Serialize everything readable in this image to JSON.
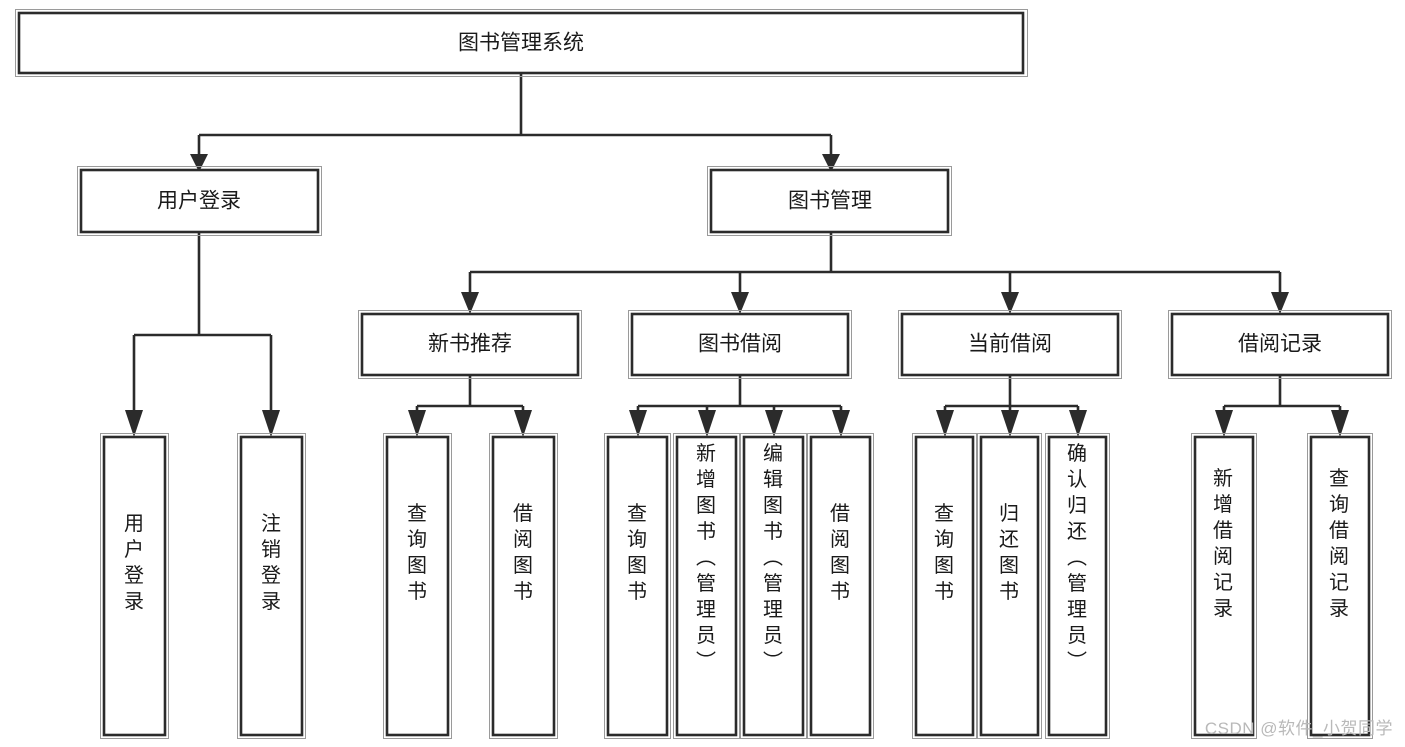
{
  "diagram": {
    "title": "图书管理系统",
    "watermark": "CSDN @软件_小贺同学",
    "colors": {
      "stroke": "#2b2b2b",
      "box_fill": "#ffffff",
      "background": "#ffffff",
      "watermark": "#b9b9b9"
    },
    "root": {
      "id": "root",
      "label": "图书管理系统"
    },
    "level2": [
      {
        "id": "user-login",
        "label": "用户登录"
      },
      {
        "id": "book-management",
        "label": "图书管理"
      }
    ],
    "level3": [
      {
        "id": "new-book-recommend",
        "label": "新书推荐"
      },
      {
        "id": "book-borrow",
        "label": "图书借阅"
      },
      {
        "id": "current-borrow",
        "label": "当前借阅"
      },
      {
        "id": "borrow-record",
        "label": "借阅记录"
      }
    ],
    "leaves": {
      "user_login": [
        {
          "id": "leaf-user-login",
          "label": "用户登录"
        },
        {
          "id": "leaf-logout",
          "label": "注销登录"
        }
      ],
      "new_book_recommend": [
        {
          "id": "leaf-query-book-1",
          "label": "查询图书"
        },
        {
          "id": "leaf-borrow-book-1",
          "label": "借阅图书"
        }
      ],
      "book_borrow": [
        {
          "id": "leaf-query-book-2",
          "label": "查询图书"
        },
        {
          "id": "leaf-add-book",
          "label": "新增图书（管理员）"
        },
        {
          "id": "leaf-edit-book",
          "label": "编辑图书（管理员）"
        },
        {
          "id": "leaf-borrow-book-2",
          "label": "借阅图书"
        }
      ],
      "current_borrow": [
        {
          "id": "leaf-query-book-3",
          "label": "查询图书"
        },
        {
          "id": "leaf-return-book",
          "label": "归还图书"
        },
        {
          "id": "leaf-confirm-return",
          "label": "确认归还（管理员）"
        }
      ],
      "borrow_record": [
        {
          "id": "leaf-add-record",
          "label": "新增借阅记录"
        },
        {
          "id": "leaf-query-record",
          "label": "查询借阅记录"
        }
      ]
    }
  }
}
